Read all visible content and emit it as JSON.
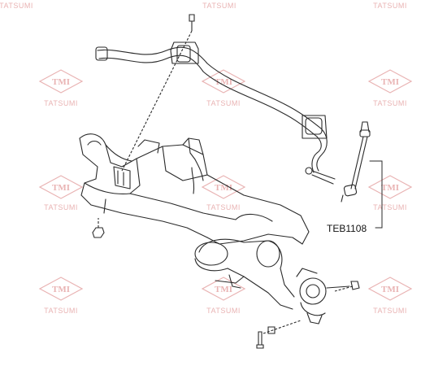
{
  "diagram": {
    "part_number": "TEB1108"
  },
  "watermark": {
    "logo": "TMI",
    "brand": "TATSUMI",
    "color": "#e9b3b3"
  },
  "colors": {
    "line": "#2a2a2a",
    "background": "#ffffff"
  }
}
